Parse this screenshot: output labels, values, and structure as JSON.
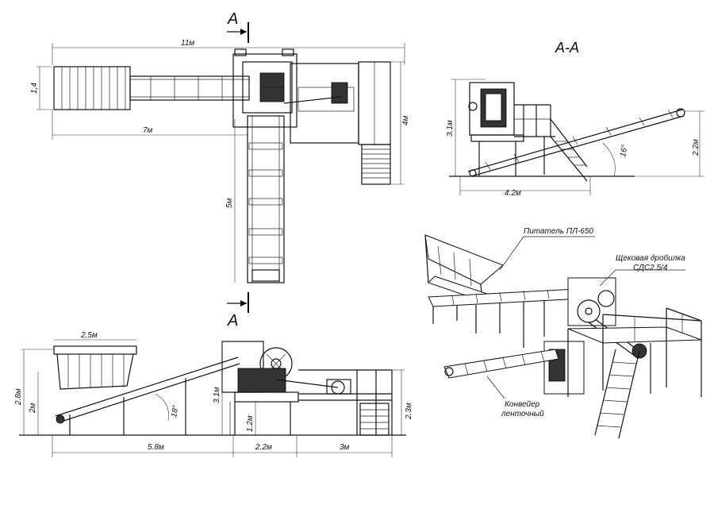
{
  "section_marker": {
    "top": "A",
    "bottom": "A"
  },
  "section_title": "А-А",
  "plan_view": {
    "width_label": "11м",
    "conveyor_len_label": "7м",
    "feeder_width_label": "1,4",
    "depth_label": "4м",
    "vertical_len_label": "5м"
  },
  "section_view": {
    "height_label": "3.1м",
    "length_label": "4.2м",
    "right_height_label": "2.2м",
    "angle_label": "16°"
  },
  "side_view": {
    "hopper_width_label": "2.5м",
    "total_height_label": "2.8м",
    "inner_height_label": "2м",
    "angle_label": "18°",
    "crusher_height_label": "3.1м",
    "platform_height_label": "1.2м",
    "right_height_label": "2.3м",
    "seg1_label": "5.8м",
    "seg2_label": "2.2м",
    "seg3_label": "3м"
  },
  "iso_view": {
    "feeder_label": "Питатель ПЛ-650",
    "crusher_label_line1": "Щековая дробилка",
    "crusher_label_line2": "СДС2.5/4",
    "conveyor_label_line1": "Конвейер",
    "conveyor_label_line2": "ленточный"
  }
}
